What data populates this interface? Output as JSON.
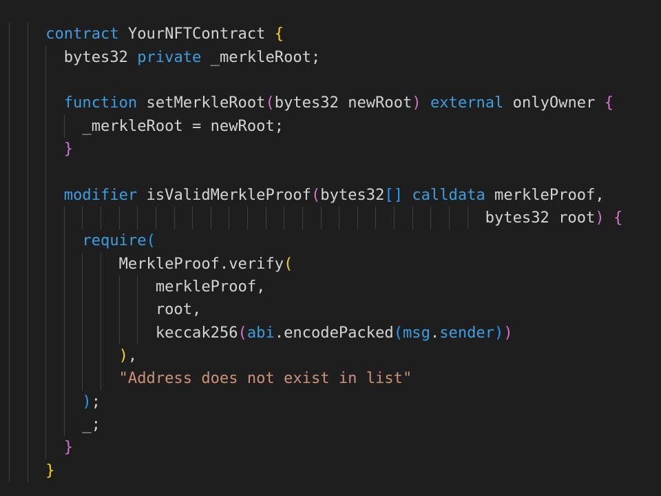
{
  "editor": {
    "language": "solidity",
    "lines": [
      [
        [
          "kw",
          "    contract"
        ],
        [
          "tx",
          " YourNFTContract "
        ],
        [
          "b1",
          "{"
        ]
      ],
      [
        [
          "tx",
          "      bytes32 "
        ],
        [
          "kw",
          "private"
        ],
        [
          "tx",
          " _merkleRoot;"
        ]
      ],
      [],
      [
        [
          "kw",
          "      function"
        ],
        [
          "tx",
          " setMerkleRoot"
        ],
        [
          "b2",
          "("
        ],
        [
          "tx",
          "bytes32 newRoot"
        ],
        [
          "b2",
          ")"
        ],
        [
          "tx",
          " "
        ],
        [
          "kw",
          "external"
        ],
        [
          "tx",
          " onlyOwner "
        ],
        [
          "b2",
          "{"
        ]
      ],
      [
        [
          "tx",
          "        _merkleRoot = newRoot;"
        ]
      ],
      [
        [
          "b2",
          "      }"
        ]
      ],
      [],
      [
        [
          "kw",
          "      modifier"
        ],
        [
          "tx",
          " isValidMerkleProof"
        ],
        [
          "b2",
          "("
        ],
        [
          "tx",
          "bytes32"
        ],
        [
          "b3",
          "[]"
        ],
        [
          "tx",
          " "
        ],
        [
          "kw",
          "calldata"
        ],
        [
          "tx",
          " merkleProof,"
        ]
      ],
      [
        [
          "tx",
          "                                                    bytes32 root"
        ],
        [
          "b2",
          ")"
        ],
        [
          "tx",
          " "
        ],
        [
          "b2",
          "{"
        ]
      ],
      [
        [
          "kw",
          "        require"
        ],
        [
          "b3",
          "("
        ]
      ],
      [
        [
          "tx",
          "            MerkleProof.verify"
        ],
        [
          "b1",
          "("
        ]
      ],
      [
        [
          "tx",
          "                merkleProof,"
        ]
      ],
      [
        [
          "tx",
          "                root,"
        ]
      ],
      [
        [
          "tx",
          "                keccak256"
        ],
        [
          "b2",
          "("
        ],
        [
          "kw",
          "abi"
        ],
        [
          "tx",
          ".encodePacked"
        ],
        [
          "b3",
          "("
        ],
        [
          "kw",
          "msg"
        ],
        [
          "tx",
          "."
        ],
        [
          "kw",
          "sender"
        ],
        [
          "b3",
          ")"
        ],
        [
          "b2",
          ")"
        ]
      ],
      [
        [
          "b1",
          "            )"
        ],
        [
          "tx",
          ","
        ]
      ],
      [
        [
          "str",
          "            \"Address does not exist in list\""
        ]
      ],
      [
        [
          "b3",
          "        )"
        ],
        [
          "tx",
          ";"
        ]
      ],
      [
        [
          "tx",
          "        _;"
        ]
      ],
      [
        [
          "b2",
          "      }"
        ]
      ],
      [
        [
          "b1",
          "    }"
        ]
      ]
    ]
  }
}
